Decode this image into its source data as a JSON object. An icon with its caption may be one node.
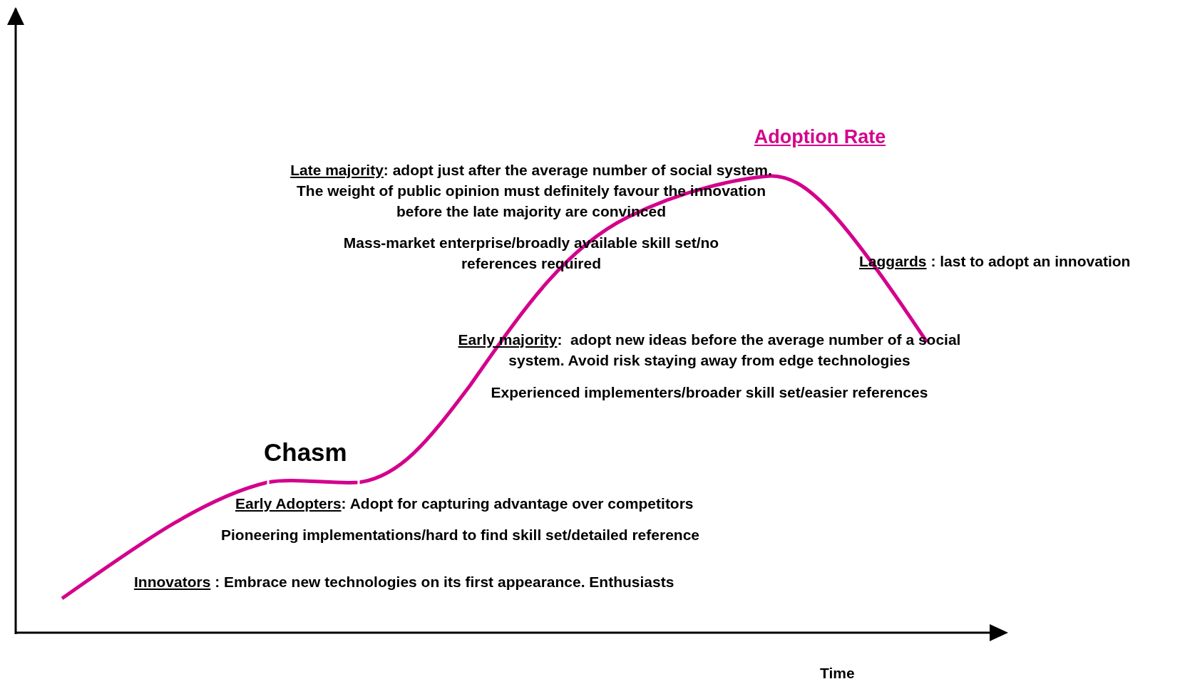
{
  "diagram": {
    "labels": [
      "Adoption Rate",
      "Late majority: adopt just after the average number of social system. The weight of public opinion must definitely favour the innovation before the late majority are convinced",
      "Mass-market enterprise/broadly available skill set/no references required",
      "Laggards : last to adopt an innovation",
      "Early majority:  adopt new ideas before the average number of a social system. Avoid risk staying away from edge technologies",
      "Experienced implementers/broader skill set/easier references",
      "Chasm",
      "Early Adopters: Adopt for capturing advantage over competitors",
      "Pioneering implementations/hard to find skill set/detailed reference",
      "Innovators : Embrace new technologies on its first appearance. Enthusiasts",
      "Time"
    ]
  }
}
